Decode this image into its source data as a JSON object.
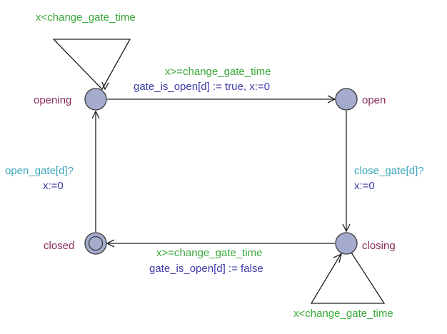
{
  "locations": {
    "opening": {
      "name": "opening"
    },
    "open": {
      "name": "open"
    },
    "closing": {
      "name": "closing"
    },
    "closed": {
      "name": "closed",
      "initial": true
    }
  },
  "edges": {
    "opening_self": {
      "guard": "x<change_gate_time"
    },
    "opening_open": {
      "guard": "x>=change_gate_time",
      "update": "gate_is_open[d] := true, x:=0"
    },
    "open_closing": {
      "sync": "close_gate[d]?",
      "update": "x:=0"
    },
    "closing_closed": {
      "guard": "x>=change_gate_time",
      "update": "gate_is_open[d] := false"
    },
    "closing_self": {
      "guard": "x<change_gate_time"
    },
    "closed_opening": {
      "sync": "open_gate[d]?",
      "update": "x:=0"
    }
  },
  "colors": {
    "location_fill": "#a4abcd",
    "location_name": "#8a2a5c",
    "guard": "#3aa83a",
    "sync": "#38a6b8",
    "update": "#3c3ca8"
  }
}
